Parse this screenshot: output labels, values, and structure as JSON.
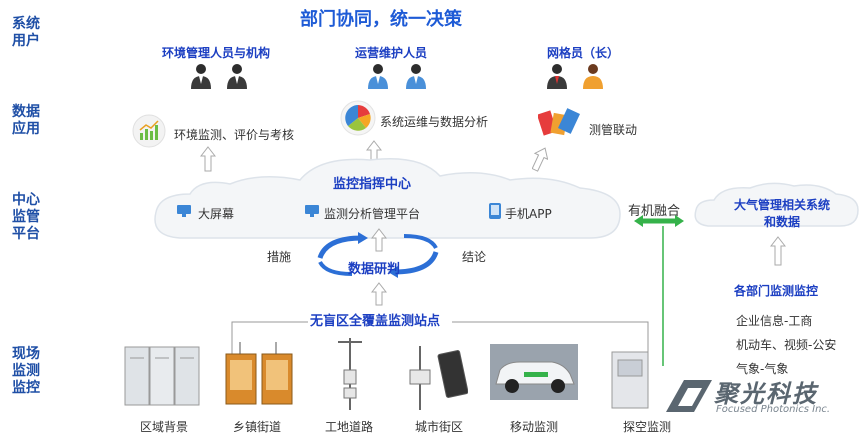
{
  "header": {
    "title": "部门协同，统一决策"
  },
  "layers": [
    {
      "label_l1": "系统",
      "label_l2": "用户"
    },
    {
      "label_l1": "数据",
      "label_l2": "应用"
    },
    {
      "label_l1": "中心",
      "label_l2": "监管",
      "label_l3": "平台"
    },
    {
      "label_l1": "现场",
      "label_l2": "监测",
      "label_l3": "监控"
    }
  ],
  "users": [
    {
      "label": "环境管理人员与机构"
    },
    {
      "label": "运营维护人员"
    },
    {
      "label": "网格员（长）"
    }
  ],
  "applications": [
    {
      "label": "环境监测、评价与考核"
    },
    {
      "label": "系统运维与数据分析"
    },
    {
      "label": "测管联动"
    }
  ],
  "platform": {
    "title": "监控指挥中心",
    "items": [
      {
        "label": "大屏幕"
      },
      {
        "label": "监测分析管理平台"
      },
      {
        "label": "手机APP"
      }
    ]
  },
  "fusion": {
    "label": "有机融合"
  },
  "external": {
    "title_l1": "大气管理相关系统",
    "title_l2": "和数据"
  },
  "research": {
    "label": "数据研判",
    "left": "措施",
    "right": "结论"
  },
  "departments": {
    "title": "各部门监测监控",
    "items": [
      {
        "label": "企业信息-工商"
      },
      {
        "label": "机动车、视频-公安"
      },
      {
        "label": "气象-气象"
      }
    ]
  },
  "stations": {
    "title": "无盲区全覆盖监测站点",
    "items": [
      {
        "label": "区域背景"
      },
      {
        "label": "乡镇街道"
      },
      {
        "label": "工地道路"
      },
      {
        "label": "城市街区"
      },
      {
        "label": "移动监测"
      },
      {
        "label": "探空监测"
      }
    ]
  },
  "logo": {
    "name": "聚光科技",
    "tagline": "Focused Photonics Inc."
  },
  "colors": {
    "accent": "#1e5bd6",
    "label": "#1f4fa6",
    "green": "#35b24a"
  }
}
